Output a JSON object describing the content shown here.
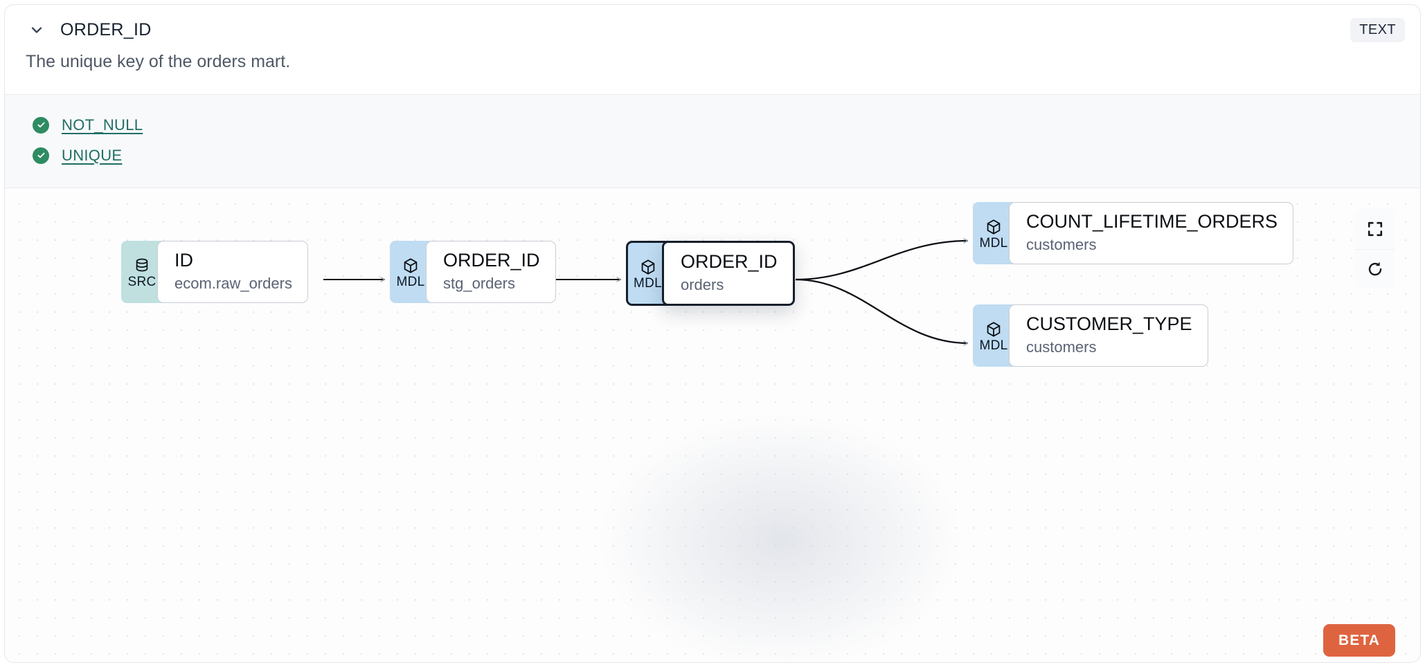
{
  "header": {
    "collapse_icon": "chevron-down-icon",
    "column_name": "ORDER_ID",
    "data_type_badge": "TEXT"
  },
  "description": "The unique key of the orders mart.",
  "tests": {
    "items": [
      {
        "status_icon": "check-circle-icon",
        "label": "NOT_NULL"
      },
      {
        "status_icon": "check-circle-icon",
        "label": "UNIQUE"
      }
    ]
  },
  "lineage": {
    "nodes": [
      {
        "id": "src",
        "badge": "SRC",
        "badge_icon": "database-icon",
        "name": "ID",
        "parent": "ecom.raw_orders",
        "selected": false
      },
      {
        "id": "stg",
        "badge": "MDL",
        "badge_icon": "cube-icon",
        "name": "ORDER_ID",
        "parent": "stg_orders",
        "selected": false
      },
      {
        "id": "orders",
        "badge": "MDL",
        "badge_icon": "cube-icon",
        "name": "ORDER_ID",
        "parent": "orders",
        "selected": true
      },
      {
        "id": "count",
        "badge": "MDL",
        "badge_icon": "cube-icon",
        "name": "COUNT_LIFETIME_ORDERS",
        "parent": "customers",
        "selected": false
      },
      {
        "id": "custtype",
        "badge": "MDL",
        "badge_icon": "cube-icon",
        "name": "CUSTOMER_TYPE",
        "parent": "customers",
        "selected": false
      }
    ],
    "edges": [
      {
        "from": "src",
        "to": "stg"
      },
      {
        "from": "stg",
        "to": "orders"
      },
      {
        "from": "orders",
        "to": "count"
      },
      {
        "from": "orders",
        "to": "custtype"
      }
    ],
    "controls": [
      {
        "name": "fit-view-button",
        "icon": "fullscreen-icon"
      },
      {
        "name": "reload-button",
        "icon": "refresh-icon"
      }
    ],
    "beta_label": "BETA"
  },
  "colors": {
    "src_badge": "#BFE0DF",
    "mdl_badge": "#BFDCF2",
    "test_pass": "#2E8B62",
    "test_link": "#1F6E64",
    "beta": "#DE6440",
    "selected_border": "#161E2C"
  }
}
